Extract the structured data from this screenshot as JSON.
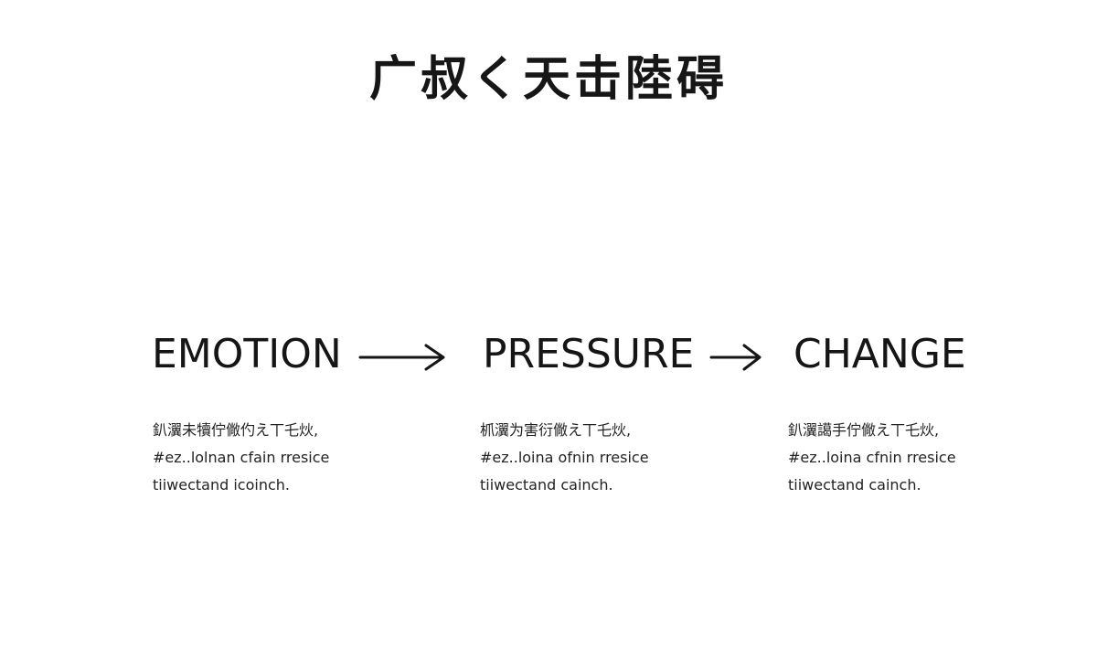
{
  "title": "广叔く天击陸碍",
  "stages": [
    {
      "name": "EMOTION",
      "lines": [
        "釟瀷未犢佇僘仢え丅乇炏,",
        "#ez..lolnan cfain rresice",
        "tiiwectand icoinch."
      ]
    },
    {
      "name": "PRESSURE",
      "lines": [
        "枛瀷为害衍僘え丅乇炏,",
        "#ez..loina ofnin rresice",
        "tiiwectand cainch."
      ]
    },
    {
      "name": "CHANGE",
      "lines": [
        "釟瀷譪手佇僘え丅乇炏,",
        "#ez..loina cfnin rresice",
        "tiiwectand cainch."
      ]
    }
  ],
  "connectors": [
    "arrow-right-icon",
    "arrow-right-icon"
  ],
  "colors": {
    "ink": "#151515",
    "background": "#ffffff"
  }
}
